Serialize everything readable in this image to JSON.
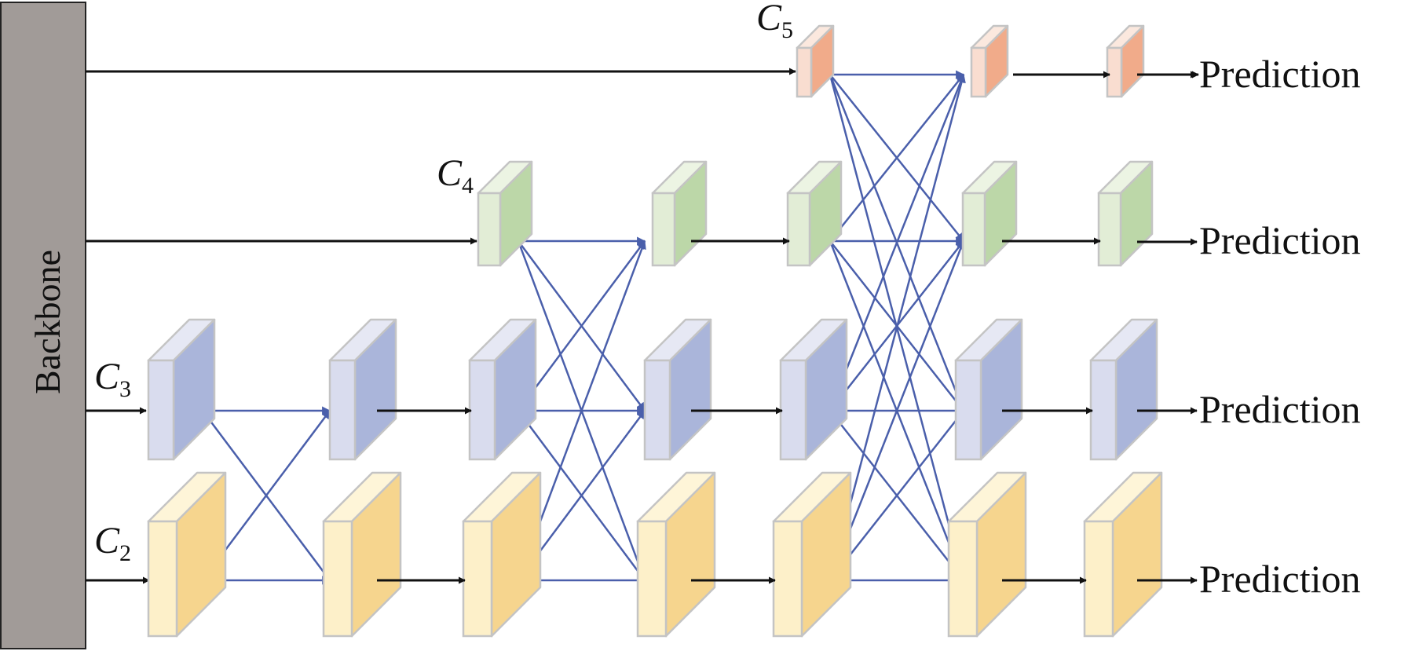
{
  "backbone": {
    "label": "Backbone"
  },
  "levels": [
    {
      "id": "c5",
      "name": "C",
      "subscript": "5"
    },
    {
      "id": "c4",
      "name": "C",
      "subscript": "4"
    },
    {
      "id": "c3",
      "name": "C",
      "subscript": "3"
    },
    {
      "id": "c2",
      "name": "C",
      "subscript": "2"
    }
  ],
  "outputs": [
    {
      "level": "c5",
      "label": "Prediction"
    },
    {
      "level": "c4",
      "label": "Prediction"
    },
    {
      "level": "c3",
      "label": "Prediction"
    },
    {
      "level": "c2",
      "label": "Prediction"
    }
  ],
  "colors": {
    "backbone_fill": "#a19b98",
    "arrow_black": "#111111",
    "arrow_blue": "#4a5fab",
    "block_edge": "#c4c4c4",
    "c5_front": "#f9ddd0",
    "c5_side": "#f1ab8a",
    "c5_top": "#fbe8de",
    "c4_front": "#e2edd6",
    "c4_side": "#bcd7a8",
    "c4_top": "#ecf4e3",
    "c3_front": "#d9dcee",
    "c3_side": "#aab5da",
    "c3_top": "#e6e8f4",
    "c2_front": "#fdf0c9",
    "c2_side": "#f6d58e",
    "c2_top": "#fef5d8"
  }
}
